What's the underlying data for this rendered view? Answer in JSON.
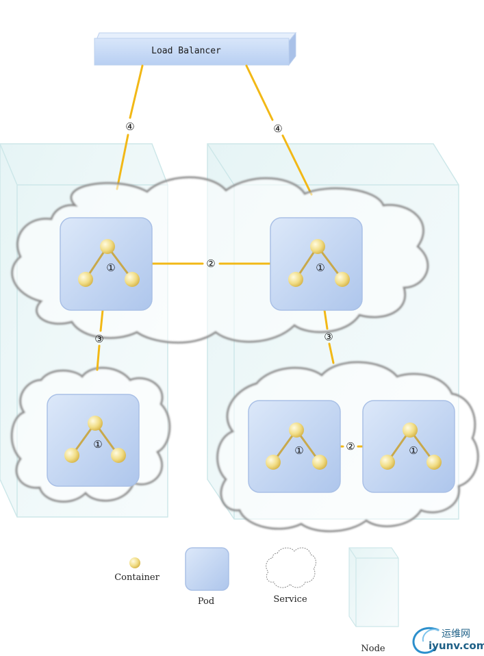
{
  "load_balancer": {
    "label": "Load Balancer"
  },
  "connections": {
    "container_to_container": "①",
    "pod_to_pod": "②",
    "pod_to_service": "③",
    "internet_to_service": "④"
  },
  "legend": {
    "container": "Container",
    "pod": "Pod",
    "service": "Service",
    "node": "Node"
  },
  "watermark": {
    "cn": "运维网",
    "en": "iyunv.com"
  },
  "colors": {
    "link": "#f2b816",
    "pod": "#c6d8f3",
    "container": "#f0df8c",
    "node": "#dcf0f1",
    "cloud_stroke": "#8a8a8a"
  }
}
